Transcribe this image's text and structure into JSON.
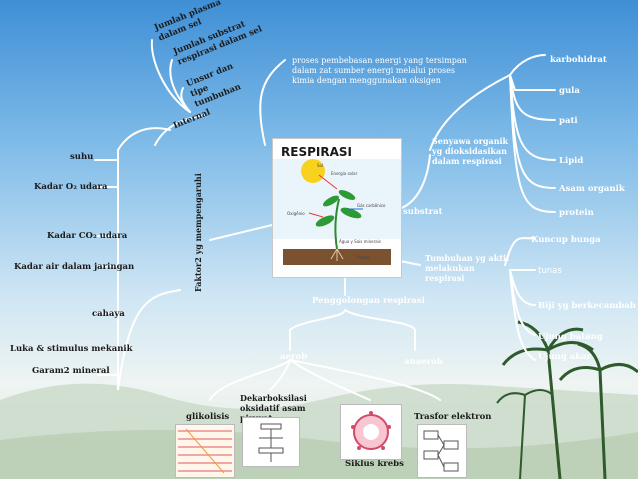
{
  "center": {
    "title": "RESPIRASI",
    "illustration_labels": [
      "Sol",
      "Energia solar",
      "Oxigênio",
      "Gás carbônico",
      "Água y Sais minerais",
      "Raízes"
    ]
  },
  "internal_factors": {
    "label": "Internal",
    "items": [
      "Jumlah plasma dalam sel",
      "Jumlah substrat respirasi dalam sel",
      "Unsur dan tipe tumbuhan"
    ]
  },
  "factors_label": "Faktor2 yg mempengaruhi",
  "external_factors": [
    "suhu",
    "Kadar O₂ udara",
    "Kadar CO₂ udara",
    "Kadar air dalam jaringan",
    "cahaya",
    "Luka & stimulus mekanik",
    "Garam2 mineral"
  ],
  "definition": "proses pembebasan energi yang tersimpan dalam zat sumber energi melalui proses kimia dengan menggunakan oksigen",
  "substrat": {
    "label": "substrat",
    "organic_compounds": "Senyawa organik yg dioksidasikan dalam respirasi",
    "items": [
      "karbohidrat",
      "gula",
      "pati",
      "Lipid",
      "Asam organik",
      "protein"
    ]
  },
  "active_plants": {
    "label": "Tumbuhan yg aktif melakukan respirasi",
    "items": [
      "Kuncup bunga",
      "tunas",
      "Biji yg berkecambah",
      "Ujung batang",
      "Ujung akar"
    ]
  },
  "classification": {
    "label": "Penggolongan respirasi",
    "aerob": "aerob",
    "anaerob": "anaerob",
    "stages": {
      "glikolisis": "glikolisis",
      "dekarboksilasi": "Dekarboksilasi oksidatif asam piruvat",
      "krebs": "Siklus krebs",
      "transfer": "Trasfor elektron"
    }
  }
}
